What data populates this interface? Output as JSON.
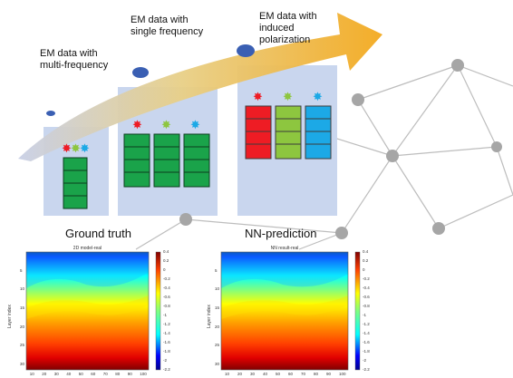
{
  "labels": {
    "multi": "EM data with\nmulti-frequency",
    "single": "EM data with\nsingle frequency",
    "ip": "EM data with\ninduced\npolarization"
  },
  "captions": {
    "ground_truth": "Ground truth",
    "nn_prediction": "NN-prediction"
  },
  "heatmaps": {
    "left": {
      "title": "2D model-real"
    },
    "right": {
      "title": "NN result-real"
    },
    "ylabel": "Layer index",
    "x_ticks": [
      "10",
      "20",
      "30",
      "40",
      "50",
      "60",
      "70",
      "80",
      "90",
      "100"
    ],
    "y_ticks": [
      "5",
      "10",
      "15",
      "20",
      "25",
      "30"
    ],
    "colorbar_ticks": [
      "0.4",
      "0.2",
      "0",
      "-0.2",
      "-0.4",
      "-0.6",
      "-0.8",
      "-1",
      "-1.2",
      "-1.4",
      "-1.6",
      "-1.8",
      "-2",
      "-2.2"
    ]
  },
  "colors": {
    "panel": "#c9d6ee",
    "arrow_start": "#c8cfe6",
    "arrow_end": "#f3a91e",
    "green": "#1aa34a",
    "red": "#ee1c24",
    "light_green": "#8dc63f",
    "blue": "#1ca9e6",
    "node": "#a6a6a6"
  }
}
